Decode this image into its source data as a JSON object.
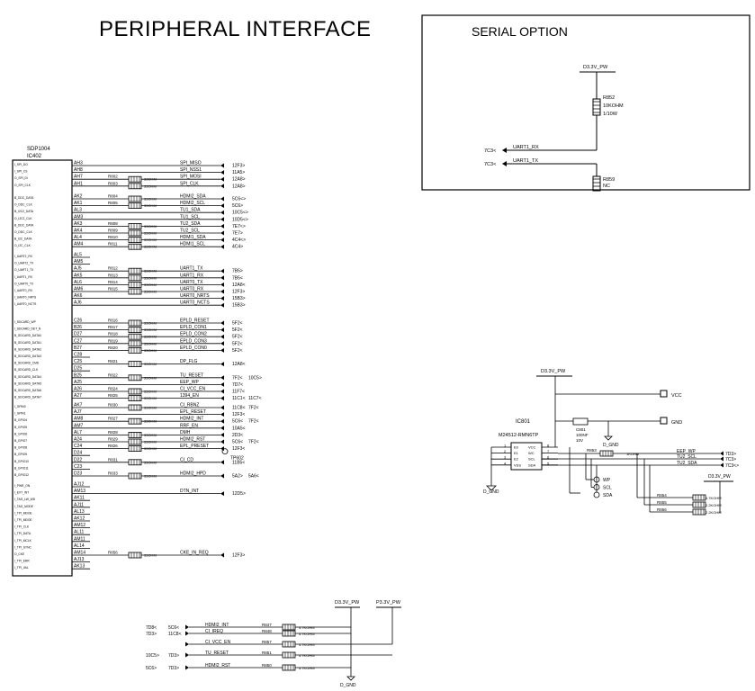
{
  "title": "PERIPHERAL INTERFACE",
  "serial_option": {
    "title": "SERIAL OPTION",
    "power": "D3.3V_PW",
    "r852": [
      "R852",
      "10KOHM",
      "1/10W"
    ],
    "r859": [
      "R859",
      "NC"
    ],
    "rx_ref": "7C3<",
    "rx_net": "UART1_RX",
    "tx_ref": "7C3<",
    "tx_net": "UART1_TX"
  },
  "soc": {
    "name": "SDP1004",
    "ref": "IC402",
    "groups": [
      [
        {
          "pin": "AH3",
          "pinname": "I_SPI_DO",
          "res": "",
          "val": "",
          "net": "SPI_MISO",
          "ref": "12F3>"
        },
        {
          "pin": "AH8",
          "pinname": "I_SPI_CS",
          "res": "",
          "val": "",
          "net": "SPI_NSS1",
          "ref": "11A5>"
        },
        {
          "pin": "AH7",
          "pinname": "O_SPI_DI",
          "res": "R802",
          "val": "33OHM",
          "net": "SPI_MOSI",
          "ref": "12A8>"
        },
        {
          "pin": "AH1",
          "pinname": "O_SPI_CLK",
          "res": "R803",
          "val": "33OHM",
          "net": "SPI_CLK",
          "ref": "12A8>"
        }
      ],
      [
        {
          "pin": "AK2",
          "pinname": "B_DDC_DATA",
          "res": "R804",
          "val": "33OHM",
          "net": "HDMI2_SDA",
          "ref": "5C6<>"
        },
        {
          "pin": "AK1",
          "pinname": "O_DDC_CLK",
          "res": "R805",
          "val": "33OHM",
          "net": "HDMI2_SCL",
          "ref": "5C6>"
        },
        {
          "pin": "AL3",
          "pinname": "B_I2C2_DATA",
          "res": "",
          "val": "",
          "net": "TU1_SDA",
          "ref": "10C5<>"
        },
        {
          "pin": "AM3",
          "pinname": "O_I2C2_CLK",
          "res": "",
          "val": "",
          "net": "TU1_SCL",
          "ref": "10D5<>"
        },
        {
          "pin": "AK3",
          "pinname": "B_DDC_DATA",
          "res": "R808",
          "val": "33OHM",
          "net": "TU2_SDA",
          "ref": "7E7<>"
        },
        {
          "pin": "AK4",
          "pinname": "O_DDC_CLK",
          "res": "R809",
          "val": "33OHM",
          "net": "TU2_SCL",
          "ref": "7E7>"
        },
        {
          "pin": "AL4",
          "pinname": "B_I2C_DATA",
          "res": "R810",
          "val": "33OHM",
          "net": "HDMI1_SDA",
          "ref": "4C4<>"
        },
        {
          "pin": "AM4",
          "pinname": "O_I2C_CLK",
          "res": "R811",
          "val": "33OHM",
          "net": "HDMI1_SCL",
          "ref": "4C4>"
        }
      ],
      [
        {
          "pin": "AL5",
          "pinname": "I_UART2_RX",
          "res": "",
          "val": "",
          "net": "",
          "ref": ""
        },
        {
          "pin": "AM5",
          "pinname": "O_UART2_TX",
          "res": "",
          "val": "",
          "net": "",
          "ref": ""
        },
        {
          "pin": "AJ5",
          "pinname": "O_UART1_TX",
          "res": "R812",
          "val": "33OHM",
          "net": "UART1_TX",
          "ref": "7B5>"
        },
        {
          "pin": "AK5",
          "pinname": "I_UART1_RX",
          "res": "R813",
          "val": "33OHM",
          "net": "UART1_RX",
          "ref": "7B5<"
        },
        {
          "pin": "AL6",
          "pinname": "O_UART0_TX",
          "res": "R814",
          "val": "33OHM",
          "net": "UART0_TX",
          "ref": "12A8<"
        },
        {
          "pin": "AM6",
          "pinname": "I_UART0_RX",
          "res": "R815",
          "val": "33OHM",
          "net": "UART0_RX",
          "ref": "12F3>"
        },
        {
          "pin": "AK6",
          "pinname": "I_UART0_NRTS",
          "res": "",
          "val": "",
          "net": "UART0_NRTS",
          "ref": "15B3>"
        },
        {
          "pin": "AJ6",
          "pinname": "I_UART0_NCTS",
          "res": "",
          "val": "",
          "net": "UART0_NCTS",
          "ref": "15B3>"
        }
      ],
      [
        {
          "pin": "C26",
          "pinname": "I_SDCARD_WP",
          "res": "R816",
          "val": "33OHM",
          "net": "EPLD_RESET",
          "ref": "5F2<"
        },
        {
          "pin": "B26",
          "pinname": "I_SDCARD_DET_N",
          "res": "R817",
          "val": "33OHM",
          "net": "EPLD_CON1",
          "ref": "5F2<"
        },
        {
          "pin": "D27",
          "pinname": "B_SDCARD_DATA0",
          "res": "R818",
          "val": "33OHM",
          "net": "EPLD_CON2",
          "ref": "5F2<"
        },
        {
          "pin": "C27",
          "pinname": "B_SDCARD_DATA1",
          "res": "R819",
          "val": "33OHM",
          "net": "EPLD_CON3",
          "ref": "5F2<"
        },
        {
          "pin": "B27",
          "pinname": "B_SDCARD_DATA2",
          "res": "R820",
          "val": "33OHM",
          "net": "EPLD_CON0",
          "ref": "5F2<"
        },
        {
          "pin": "C28",
          "pinname": "B_SDCARD_DATA3",
          "res": "",
          "val": "",
          "net": "",
          "ref": ""
        },
        {
          "pin": "C25",
          "pinname": "B_SDCARD_CMD",
          "res": "R821",
          "val": "33OHM",
          "net": "DP_FLG",
          "ref": "12A8<"
        },
        {
          "pin": "D25",
          "pinname": "B_SDCARD_CLK",
          "res": "",
          "val": "",
          "net": "",
          "ref": ""
        },
        {
          "pin": "B25",
          "pinname": "B_SDCARD_DATA4",
          "res": "R822",
          "val": "33OHM",
          "net": "TU_RESET",
          "ref": "7F2<"
        },
        {
          "pin": "A25",
          "pinname": "B_SDCARD_DATA5",
          "res": "",
          "val": "",
          "net": "EEP_WP",
          "ref": "7D7<"
        },
        {
          "pin": "A26",
          "pinname": "B_SDCARD_DATA6",
          "res": "R824",
          "val": "33OHM",
          "net": "CI_VCC_EN",
          "ref": "11F7<"
        },
        {
          "pin": "A27",
          "pinname": "B_SDCARD_DATA7",
          "res": "R825",
          "val": "33OHM",
          "net": "1394_EN",
          "ref": "11C1<"
        }
      ],
      [
        {
          "pin": "AK7",
          "pinname": "I_GPIN0",
          "res": "R830",
          "val": "33OHM",
          "net": "CI_RBNZ",
          "ref": "11C8<"
        },
        {
          "pin": "AJ7",
          "pinname": "I_GPIN1",
          "res": "",
          "val": "",
          "net": "EPL_RESET",
          "ref": "12F3<"
        },
        {
          "pin": "AM8",
          "pinname": "B_GPIO4",
          "res": "R827",
          "val": "33OHM",
          "net": "HDMI2_INT",
          "ref": "5C6<"
        },
        {
          "pin": "AM7",
          "pinname": "B_GPIO5",
          "res": "",
          "val": "",
          "net": "RRF_EN",
          "ref": "10A5<"
        },
        {
          "pin": "AL7",
          "pinname": "B_GPIO6",
          "res": "R828",
          "val": "33OHM",
          "net": "DMH",
          "ref": "2D3<"
        },
        {
          "pin": "A24",
          "pinname": "B_GPIO7",
          "res": "R829",
          "val": "33OHM",
          "net": "HDMI2_RST",
          "ref": "5C6<"
        },
        {
          "pin": "C24",
          "pinname": "B_GPIO8",
          "res": "R826",
          "val": "33OHM",
          "net": "EPL_PRESET",
          "ref": "12F3<"
        },
        {
          "pin": "D24",
          "pinname": "B_GPIO9",
          "res": "",
          "val": "",
          "net": "",
          "ref": ""
        },
        {
          "pin": "D22",
          "pinname": "B_GPIO10",
          "res": "R831",
          "val": "33OHM",
          "net": "CI_CD",
          "ref": "11B5<"
        },
        {
          "pin": "C23",
          "pinname": "B_GPIO11",
          "res": "",
          "val": "",
          "net": "",
          "ref": ""
        },
        {
          "pin": "D23",
          "pinname": "B_GPIO12",
          "res": "R833",
          "val": "33OHM",
          "net": "HDMI2_HPD",
          "ref": "5A2>"
        }
      ],
      [
        {
          "pin": "AJ12",
          "pinname": "I_PWR_ON",
          "res": "",
          "val": "",
          "net": "",
          "ref": ""
        },
        {
          "pin": "AM13",
          "pinname": "I_EXT_INT",
          "res": "",
          "val": "",
          "net": "DTN_INT",
          "ref": "12D5>"
        },
        {
          "pin": "AK11",
          "pinname": "I_TAG_LW_WD",
          "res": "",
          "val": "",
          "net": "",
          "ref": ""
        },
        {
          "pin": "AJ11",
          "pinname": "I_TAG_MODE",
          "res": "",
          "val": "",
          "net": "",
          "ref": ""
        },
        {
          "pin": "AL13",
          "pinname": "I_TPI_MDOE",
          "res": "",
          "val": "",
          "net": "",
          "ref": ""
        },
        {
          "pin": "AK12",
          "pinname": "I_TPI_MDOE",
          "res": "",
          "val": "",
          "net": "",
          "ref": ""
        },
        {
          "pin": "AM12",
          "pinname": "I_TPI_CLK",
          "res": "",
          "val": "",
          "net": "",
          "ref": ""
        },
        {
          "pin": "AL11",
          "pinname": "I_TPI_DATA",
          "res": "",
          "val": "",
          "net": "",
          "ref": ""
        },
        {
          "pin": "AM11",
          "pinname": "I_TPI_MCLK",
          "res": "",
          "val": "",
          "net": "",
          "ref": ""
        },
        {
          "pin": "AL14",
          "pinname": "I_TPI_SYNC",
          "res": "",
          "val": "",
          "net": "",
          "ref": ""
        },
        {
          "pin": "AM14",
          "pinname": "O_CKE",
          "res": "R856",
          "val": "33OHM",
          "net": "CKE_IN_REQ",
          "ref": "12F3>"
        },
        {
          "pin": "AJ13",
          "pinname": "I_TPI_ERR",
          "res": "",
          "val": "",
          "net": "",
          "ref": ""
        },
        {
          "pin": "AK13",
          "pinname": "I_TPI_VAL",
          "res": "",
          "val": "",
          "net": "",
          "ref": ""
        }
      ]
    ],
    "side_refs": [
      {
        "text": "10C5>",
        "row": "B25"
      },
      {
        "text": "7F2<",
        "row": "AK7"
      },
      {
        "text": "11C7<",
        "row": "A27"
      },
      {
        "text": "7F2<",
        "row": "AM8"
      },
      {
        "text": "7F2<",
        "row": "A24"
      },
      {
        "text": "5A6<",
        "row": "D23"
      }
    ],
    "tp": "TP602"
  },
  "eeprom": {
    "power": "D3.3V_PW",
    "ref": "IC801",
    "part": "M24512-RMN6TP",
    "pins_left": [
      {
        "n": "1",
        "name": "E0"
      },
      {
        "n": "2",
        "name": "E1"
      },
      {
        "n": "3",
        "name": "E2"
      },
      {
        "n": "4",
        "name": "VSS"
      }
    ],
    "pins_right": [
      {
        "n": "8",
        "name": "VCC"
      },
      {
        "n": "7",
        "name": "WC"
      },
      {
        "n": "6",
        "name": "SCL"
      },
      {
        "n": "5",
        "name": "SDA"
      }
    ],
    "cap": [
      "C801",
      "100NF",
      "10V"
    ],
    "vcc_label": "VCC",
    "gnd_label": "GND",
    "gnd": "D_GND",
    "r853": [
      "R853",
      "1KOHM"
    ],
    "nets": [
      {
        "net": "EEP_WP",
        "ref": "7D3>"
      },
      {
        "net": "TU2_SCL",
        "ref": "7C3>"
      },
      {
        "net": "TU2_SDA",
        "ref": "7C3<>"
      }
    ],
    "testpoints": [
      "WP",
      "SCL",
      "SDA"
    ],
    "pullups": [
      {
        "ref": "R854",
        "val": "4.7KOHM"
      },
      {
        "ref": "R855",
        "val": "2.2KOHM"
      },
      {
        "ref": "R856",
        "val": "2.2KOHM"
      }
    ],
    "pullup_power": "D3.3V_PW"
  },
  "bottom": {
    "power1": "D3.3V_PW",
    "power2": "P3.3V_PW",
    "gnd": "D_GND",
    "rows": [
      {
        "lref": "7D8<",
        "mref": "5C6<",
        "net": "HDMI2_INT",
        "res": "R847",
        "val": "4.7KOHM"
      },
      {
        "lref": "7D3>",
        "mref": "11C8<",
        "net": "CI_IREQ",
        "res": "R848",
        "val": "4.7KOHM"
      },
      {
        "lref": "",
        "mref": "",
        "net": "CI_VCC_EN",
        "res": "R857",
        "val": "4.7KOHM"
      },
      {
        "lref": "10C5>",
        "mref": "7D3>",
        "net": "TU_RESET",
        "res": "R851",
        "val": "4.7KOHM"
      },
      {
        "lref": "5C6>",
        "mref": "7D3>",
        "net": "HDMI2_RST",
        "res": "R850",
        "val": "4.7KOHM"
      }
    ]
  }
}
